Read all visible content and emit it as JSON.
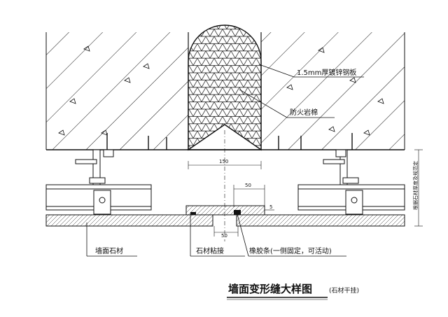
{
  "drawing": {
    "title": "墙面变形缝大样图",
    "subtitle": "(石材干挂)",
    "callouts": {
      "steel_plate": "1.5mm厚镀锌钢板",
      "rock_wool": "防火岩棉",
      "wall_stone": "墙面石材",
      "stone_bond": "石材粘接",
      "rubber_strip": "橡胶条(一侧固定，可活动)"
    },
    "dimensions": {
      "gap_width": "150",
      "cover_width_top": "50",
      "cover_width_bottom": "50",
      "strip_thickness": "5",
      "side_note": "根据石材厚度及规范定"
    }
  },
  "colors": {
    "line": "#111111",
    "fill_white": "#ffffff"
  }
}
